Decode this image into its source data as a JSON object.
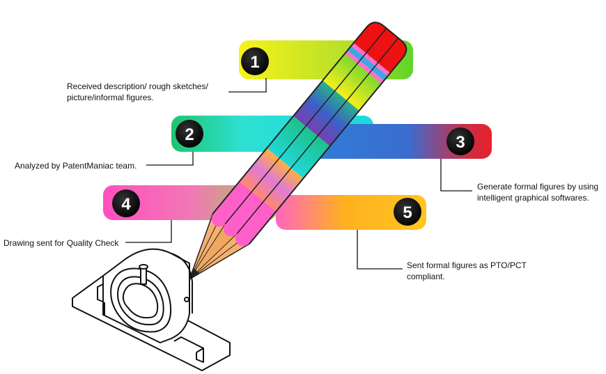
{
  "steps": [
    {
      "number": "1",
      "text_line1": "Received description/ rough sketches/",
      "text_line2": "picture/informal figures."
    },
    {
      "number": "2",
      "text_line1": "Analyzed by PatentManiac team.",
      "text_line2": ""
    },
    {
      "number": "3",
      "text_line1": "Generate formal figures by using",
      "text_line2": "intelligent graphical softwares."
    },
    {
      "number": "4",
      "text_line1": "Drawing sent for Quality Check",
      "text_line2": ""
    },
    {
      "number": "5",
      "text_line1": "Sent formal figures as PTO/PCT",
      "text_line2": "compliant."
    }
  ],
  "colors": {
    "band1": [
      "#f2f01e",
      "#5ed42a"
    ],
    "band2": [
      "#2ee0d2",
      "#1fbf6a"
    ],
    "band3": [
      "#2f6fd0",
      "#e8202a"
    ],
    "band4": [
      "#ff5fbf",
      "#9fcf5a"
    ],
    "band5": [
      "#ff70c0",
      "#ffc21f"
    ],
    "pencil_wood": "#f5b070",
    "pencil_tip": "#222222",
    "eraser": "#ee1111"
  },
  "icons": {
    "illustration": "pencil-drawing-machine-part"
  }
}
